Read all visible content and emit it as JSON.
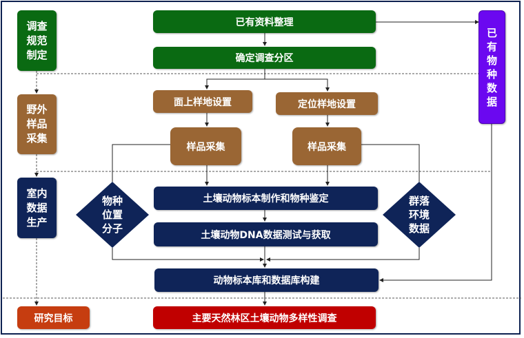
{
  "left_column": {
    "stage1": "调查\n规范\n制定",
    "stage2": "野外\n样品\n采集",
    "stage3": "室内\n数据\n生产",
    "goal": "研究目标"
  },
  "main": {
    "existing_materials": "已有资料整理",
    "zoning": "确定调查分区",
    "plot_area": "面上样地设置",
    "plot_fixed": "定位样地设置",
    "sampling_left": "样品采集",
    "sampling_right": "样品采集",
    "specimen": "土壤动物标本制作和物种鉴定",
    "dna": "土壤动物DNA数据测试与获取",
    "database": "动物标本库和数据库构建",
    "survey": "主要天然林区土壤动物多样性调查"
  },
  "diamond_left": "物种\n位置\n分子",
  "diamond_right": "群落\n环境\n数据",
  "existing_species": "已\n有\n物\n种\n数\n据",
  "colors": {
    "green": "#0a6a12",
    "brown": "#9a6634",
    "navy": "#0f2458",
    "red": "#c00000",
    "orange": "#c63d10",
    "purple": "#6b08f0"
  }
}
